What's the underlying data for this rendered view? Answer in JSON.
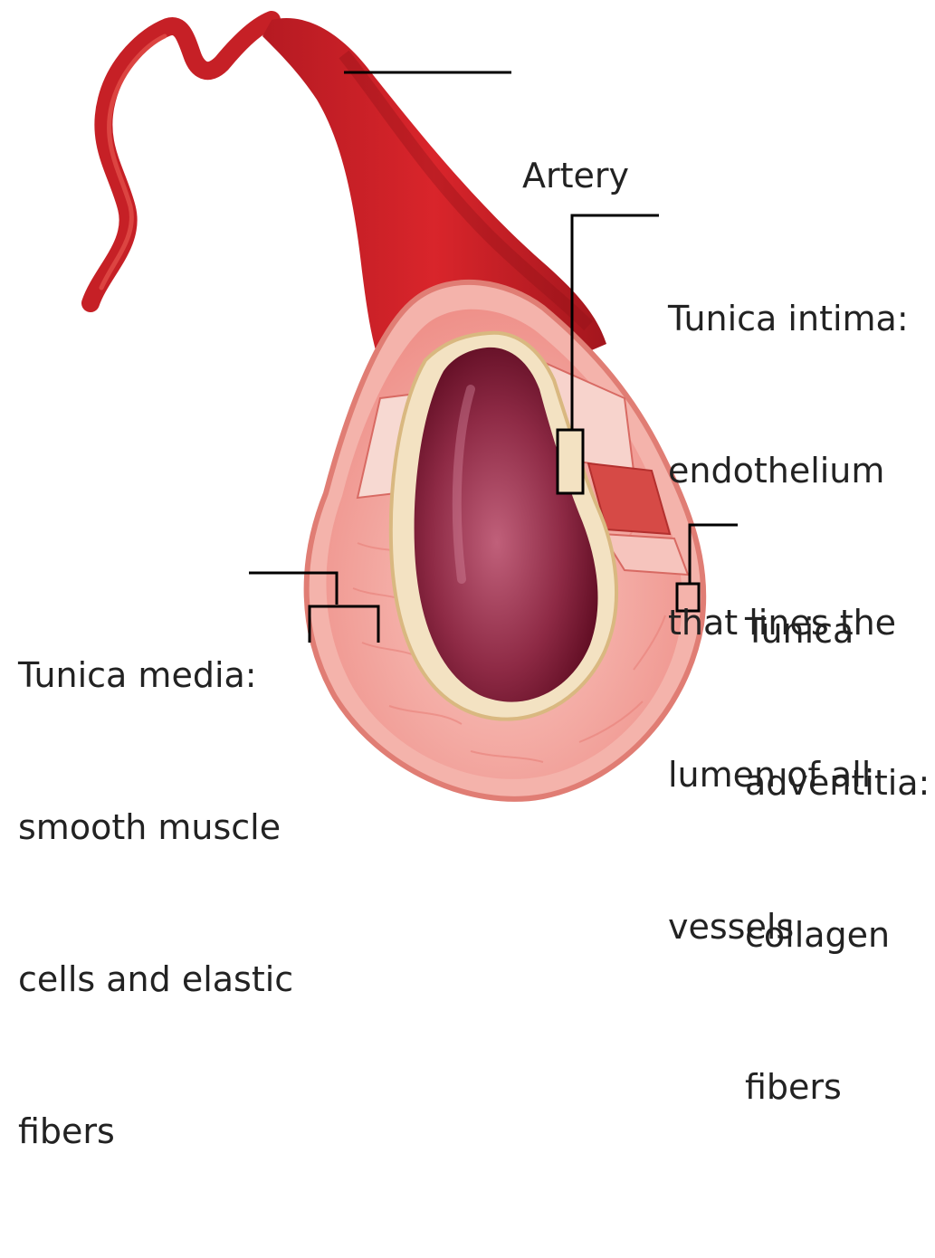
{
  "labels": {
    "artery": "Artery",
    "intima": [
      "Tunica intima:",
      "endothelium",
      "that lines the",
      "lumen of all",
      "vessels"
    ],
    "media": [
      "Tunica media:",
      "smooth muscle",
      "cells and elastic",
      "fibers"
    ],
    "adventitia": [
      "Tunica",
      "adventitia:",
      "collagen",
      "fibers"
    ]
  },
  "colors": {
    "artery_dark": "#a3161d",
    "artery_mid": "#d9252b",
    "artery_light": "#ef5a4f",
    "wall_pink": "#f2a19a",
    "wall_light": "#f8cdc6",
    "intima_band": "#f5e6c8",
    "lumen_dark": "#6e1029",
    "lumen_mid": "#a84263",
    "leader_line": "#000000"
  }
}
